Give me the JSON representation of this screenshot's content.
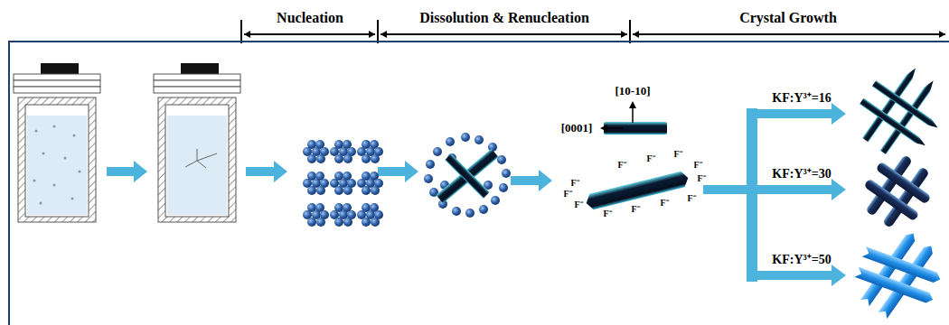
{
  "diagram": {
    "labels": [
      "Nucleation",
      "Dissolution & Renucleation",
      "Crystal Growth",
      "[10-10]",
      "[0001]",
      "F⁻",
      "F⁻",
      "F⁻",
      "F⁻",
      "F⁻",
      "F⁻",
      "F⁻",
      "F⁻",
      "F⁻",
      "F⁻",
      "F⁻",
      "F⁻",
      "KF:Y³⁺=16",
      "KF:Y³⁺=30",
      "KF:Y³⁺=50"
    ]
  }
}
